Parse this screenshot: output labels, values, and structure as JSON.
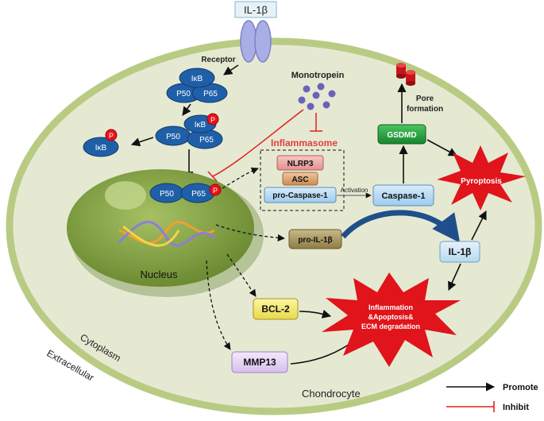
{
  "colors": {
    "cell_fill": "#e6e9d2",
    "cell_border": "#b9cb83",
    "nucleus_fill": "#7a9a3c",
    "protein_fill": "#1f5fa8",
    "phospho_fill": "#e6141a",
    "inhibit": "#e02020",
    "promote": "#111111",
    "gsdmd_fill": "#1f9a3a",
    "star_fill": "#e0141a"
  },
  "labels": {
    "il1b_top": "IL-1β",
    "receptor": "Receptor",
    "ikb": "IκB",
    "p50": "P50",
    "p65": "P65",
    "p": "P",
    "monotropein": "Monotropein",
    "inflammasome": "Inflammasome",
    "nlrp3": "NLRP3",
    "asc": "ASC",
    "pro_caspase": "pro-Caspase-1",
    "activation": "Activation",
    "caspase": "Caspase-1",
    "gsdmd": "GSDMD",
    "pore1": "Pore",
    "pore2": "formation",
    "pyroptosis": "Pyroptosis",
    "pro_il1b": "pro-IL-1β",
    "il1b": "IL-1β",
    "nucleus": "Nucleus",
    "bcl2": "BCL-2",
    "mmp13": "MMP13",
    "inflammation1": "Inflammation",
    "inflammation2": "&Apoptosis&",
    "inflammation3": "ECM degradation",
    "cytoplasm": "Cytoplasm",
    "extracellular": "Extracellular",
    "chondrocyte": "Chondrocyte"
  },
  "legend": {
    "promote": "Promote",
    "inhibit": "Inhibit"
  }
}
